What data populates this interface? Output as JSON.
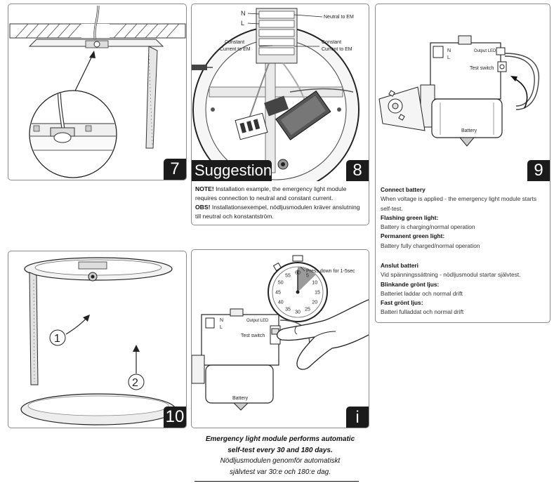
{
  "panels": {
    "p7": {
      "number": "7"
    },
    "p8": {
      "number": "8",
      "badge": "Suggestion",
      "wiring": {
        "n": "N",
        "l": "L",
        "neutral_to_em": "Neutral to EM",
        "constant_left_1": "Constant",
        "constant_left_2": "Current to EM",
        "constant_right_1": "Constant",
        "constant_right_2": "Current to EM"
      },
      "note_en_label": "NOTE!",
      "note_en_text": " Installation example, the emergency light module requires connection to neutral and constant current.",
      "note_sv_label": "OBS!",
      "note_sv_text": " Installationsexempel, nödljusmodulen kräver anslutning till neutral och konstantström."
    },
    "p9": {
      "number": "9",
      "diagram": {
        "n": "N",
        "l": "L",
        "output_led": "Output LED",
        "test_switch": "Test switch",
        "battery": "Battery"
      },
      "en": {
        "h1": "Connect battery",
        "t1": "When voltage is applied - the emergency light module starts self-test.",
        "h2": "Flashing green light:",
        "t2": "Battery is charging/normal operation",
        "h3": "Permanent green light:",
        "t3": "Battery fully charged/normal operation"
      },
      "sv": {
        "h1": "Anslut batteri",
        "t1": "Vid spänningssättning - nödljusmodul startar självtest.",
        "h2": "Blinkande grönt ljus:",
        "t2": "Batteriet laddar och normal drift",
        "h3": "Fast grönt ljus:",
        "t3": "Batteri fulladdat och normal drift"
      }
    },
    "p10": {
      "number": "10",
      "step1": "1",
      "step2": "2"
    },
    "pi": {
      "number": "i",
      "press_down": "Press down for 1-5sec",
      "stopwatch_ticks": [
        "60",
        "5",
        "10",
        "15",
        "20",
        "25",
        "30",
        "35",
        "40",
        "45",
        "50",
        "55"
      ],
      "diagram": {
        "n": "N",
        "l": "L",
        "output_led": "Output LED",
        "test_switch": "Test switch",
        "battery": "Battery"
      },
      "caption_en_1": "Emergency light module performs automatic",
      "caption_en_2": "self-test every 30 and 180 days.",
      "caption_sv_1": "Nödljusmodulen genomför automatiskt",
      "caption_sv_2": "självtest var 30:e och 180:e dag."
    }
  }
}
